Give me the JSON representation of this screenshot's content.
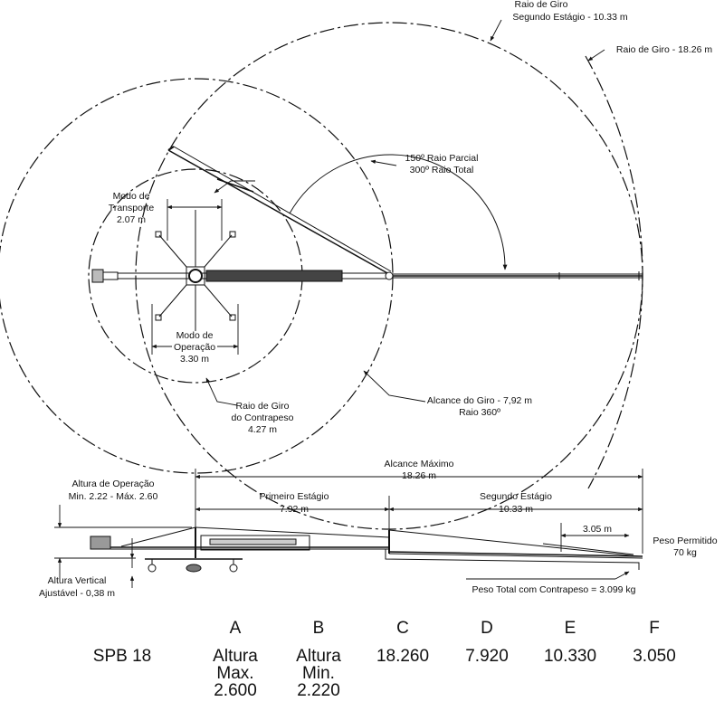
{
  "labels": {
    "raio_giro_2_a": "Raio de Giro",
    "raio_giro_2_b": "Segundo Estágio - 10.33 m",
    "raio_giro_total": "Raio de Giro - 18.26 m",
    "raio_parcial_a": "150º Raio Parcial",
    "raio_parcial_b": "300º Raio Total",
    "transporte_a": "Modo de",
    "transporte_b": "Transporte",
    "transporte_c": "2.07 m",
    "operacao_a": "Modo de",
    "operacao_b": "Operação",
    "operacao_c": "3.30 m",
    "contrapeso_a": "Raio de Giro",
    "contrapeso_b": "do Contrapeso",
    "contrapeso_c": "4.27 m",
    "alcance_giro_a": "Alcance do Giro - 7,92 m",
    "alcance_giro_b": "Raio 360º",
    "alcance_max_a": "Alcance Máximo",
    "alcance_max_b": "18.26 m",
    "altura_op_a": "Altura de Operação",
    "altura_op_b": "Min. 2.22 - Máx. 2.60",
    "primeiro_a": "Primeiro Estágio",
    "primeiro_b": "7.92 m",
    "segundo_a": "Segundo Estágio",
    "segundo_b": "10.33 m",
    "dim_305": "3.05 m",
    "peso_perm_a": "Peso Permitido",
    "peso_perm_b": "70 kg",
    "altura_vert_a": "Altura Vertical",
    "altura_vert_b": "Ajustável - 0,38 m",
    "peso_total": "Peso Total com Contrapeso = 3.099 kg"
  },
  "table": {
    "model": "SPB 18",
    "headers": [
      "A",
      "B",
      "C",
      "D",
      "E",
      "F"
    ],
    "a": [
      "Altura",
      "Max.",
      "2.600"
    ],
    "b": [
      "Altura",
      "Min.",
      "2.220"
    ],
    "c": "18.260",
    "d": "7.920",
    "e": "10.330",
    "f": "3.050"
  }
}
